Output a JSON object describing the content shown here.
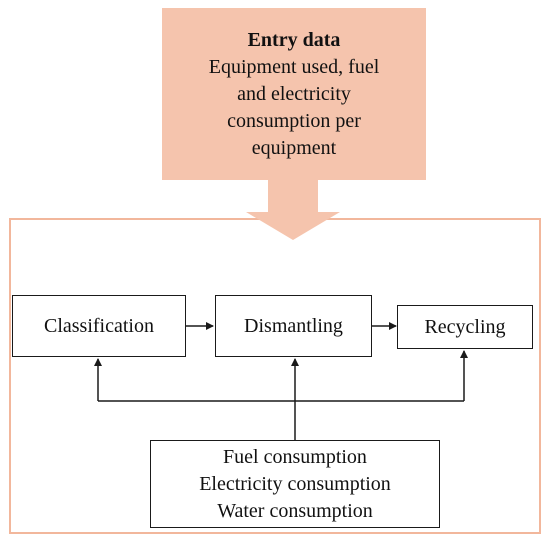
{
  "entry": {
    "title": "Entry data",
    "line1": "Equipment used, fuel",
    "line2": "and electricity",
    "line3": "consumption per",
    "line4": "equipment"
  },
  "steps": [
    "Classification",
    "Dismantling",
    "Recycling"
  ],
  "inputs": [
    "Fuel consumption",
    "Electricity consumption",
    "Water consumption"
  ],
  "colors": {
    "entry_fill": "#f5c4ad",
    "frame_border": "#f2b79c",
    "line": "#1a1a1a"
  }
}
